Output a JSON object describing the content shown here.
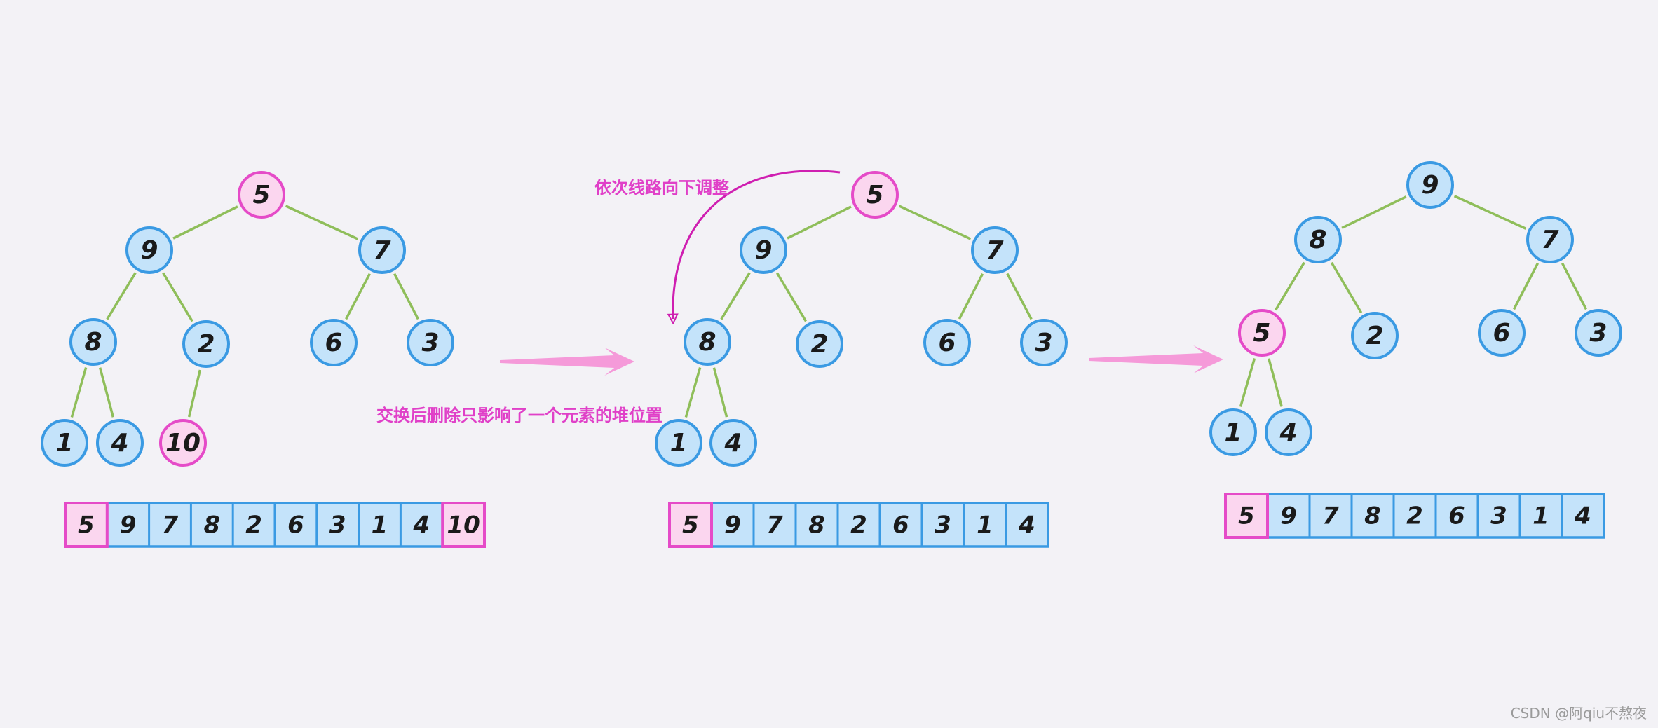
{
  "colors": {
    "normal_fill": "#c4e3fa",
    "normal_stroke": "#3a9ae3",
    "highlight_fill": "#fbd6ef",
    "highlight_stroke": "#e54bc8",
    "edge": "#8fbe5a",
    "arrow": "#f59ad9",
    "curve_arrow": "#cf1fb1",
    "annotation_text": "#e040c8"
  },
  "annotations": {
    "swap_note": "交换后删除只影响了一个元素的堆位置",
    "sift_note": "依次线路向下调整"
  },
  "watermark": "CSDN @阿qiu不熬夜",
  "stages": [
    {
      "tree": [
        {
          "value": "5",
          "highlight": true
        },
        {
          "value": "9"
        },
        {
          "value": "7"
        },
        {
          "value": "8"
        },
        {
          "value": "2"
        },
        {
          "value": "6"
        },
        {
          "value": "3"
        },
        {
          "value": "1"
        },
        {
          "value": "4"
        },
        {
          "value": "10",
          "highlight": true
        }
      ],
      "array": [
        {
          "value": "5",
          "highlight": true
        },
        {
          "value": "9"
        },
        {
          "value": "7"
        },
        {
          "value": "8"
        },
        {
          "value": "2"
        },
        {
          "value": "6"
        },
        {
          "value": "3"
        },
        {
          "value": "1"
        },
        {
          "value": "4"
        },
        {
          "value": "10",
          "highlight": true
        }
      ]
    },
    {
      "tree": [
        {
          "value": "5",
          "highlight": true
        },
        {
          "value": "9"
        },
        {
          "value": "7"
        },
        {
          "value": "8"
        },
        {
          "value": "2"
        },
        {
          "value": "6"
        },
        {
          "value": "3"
        },
        {
          "value": "1"
        },
        {
          "value": "4"
        }
      ],
      "array": [
        {
          "value": "5",
          "highlight": true
        },
        {
          "value": "9"
        },
        {
          "value": "7"
        },
        {
          "value": "8"
        },
        {
          "value": "2"
        },
        {
          "value": "6"
        },
        {
          "value": "3"
        },
        {
          "value": "1"
        },
        {
          "value": "4"
        }
      ]
    },
    {
      "tree": [
        {
          "value": "9"
        },
        {
          "value": "8"
        },
        {
          "value": "7"
        },
        {
          "value": "5",
          "highlight": true
        },
        {
          "value": "2"
        },
        {
          "value": "6"
        },
        {
          "value": "3"
        },
        {
          "value": "1"
        },
        {
          "value": "4"
        }
      ],
      "array": [
        {
          "value": "5",
          "highlight": true
        },
        {
          "value": "9"
        },
        {
          "value": "7"
        },
        {
          "value": "8"
        },
        {
          "value": "2"
        },
        {
          "value": "6"
        },
        {
          "value": "3"
        },
        {
          "value": "1"
        },
        {
          "value": "4"
        }
      ]
    }
  ]
}
